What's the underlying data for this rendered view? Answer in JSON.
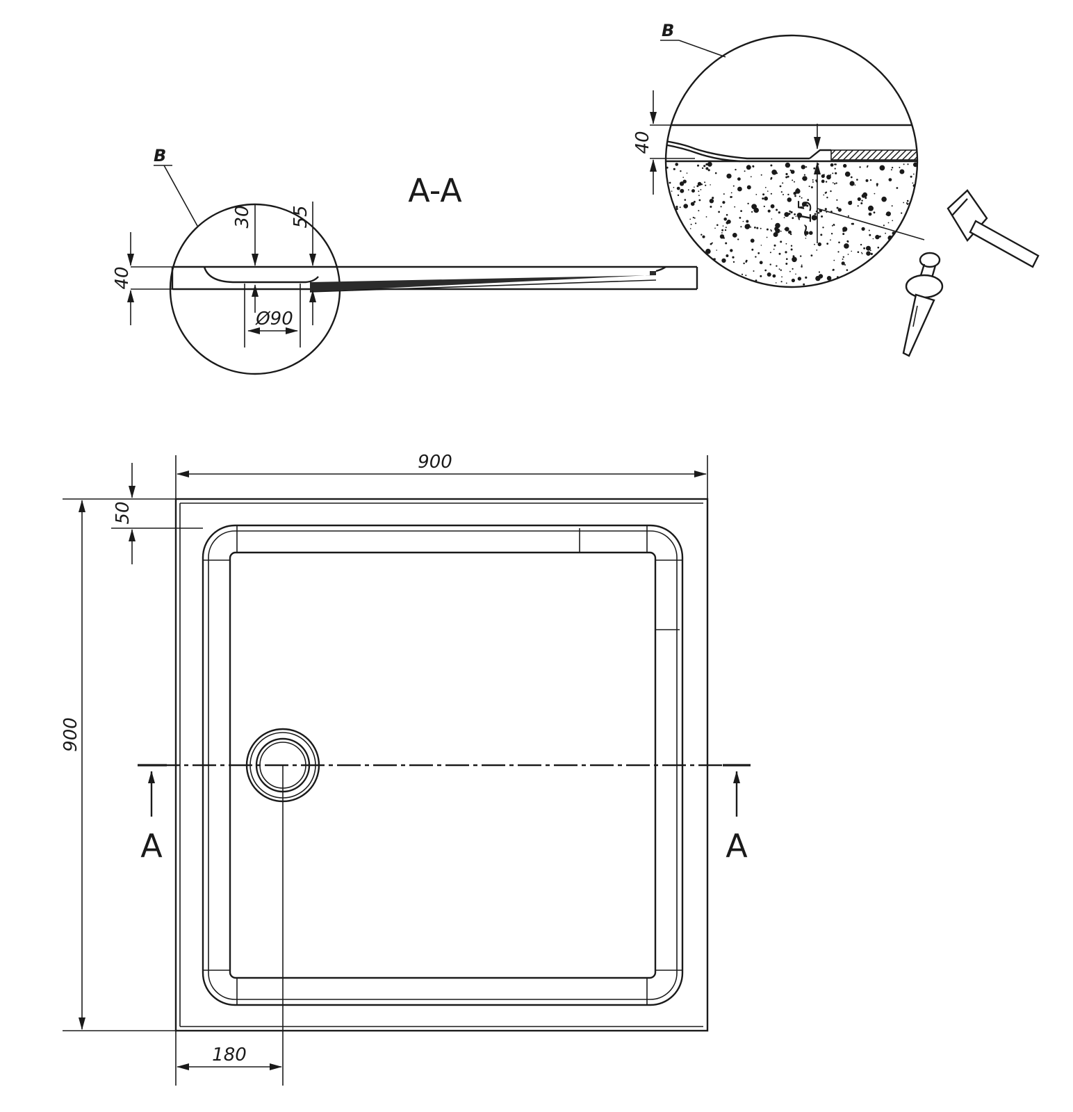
{
  "section": {
    "title": "A-A",
    "detail_label": "B",
    "dim_height": "40",
    "dim_30": "30",
    "dim_55": "55",
    "dim_drain": "Ø90"
  },
  "detail_b": {
    "label": "B",
    "dim_height": "40",
    "dim_gap": "~15"
  },
  "plan": {
    "width_label": "900",
    "height_label": "900",
    "rim_label": "50",
    "drain_offset_label": "180",
    "cut_left": "A",
    "cut_right": "A"
  },
  "colors": {
    "line": "#1a1a1a",
    "fill_dark": "#2b2b2b",
    "background": "#ffffff"
  }
}
